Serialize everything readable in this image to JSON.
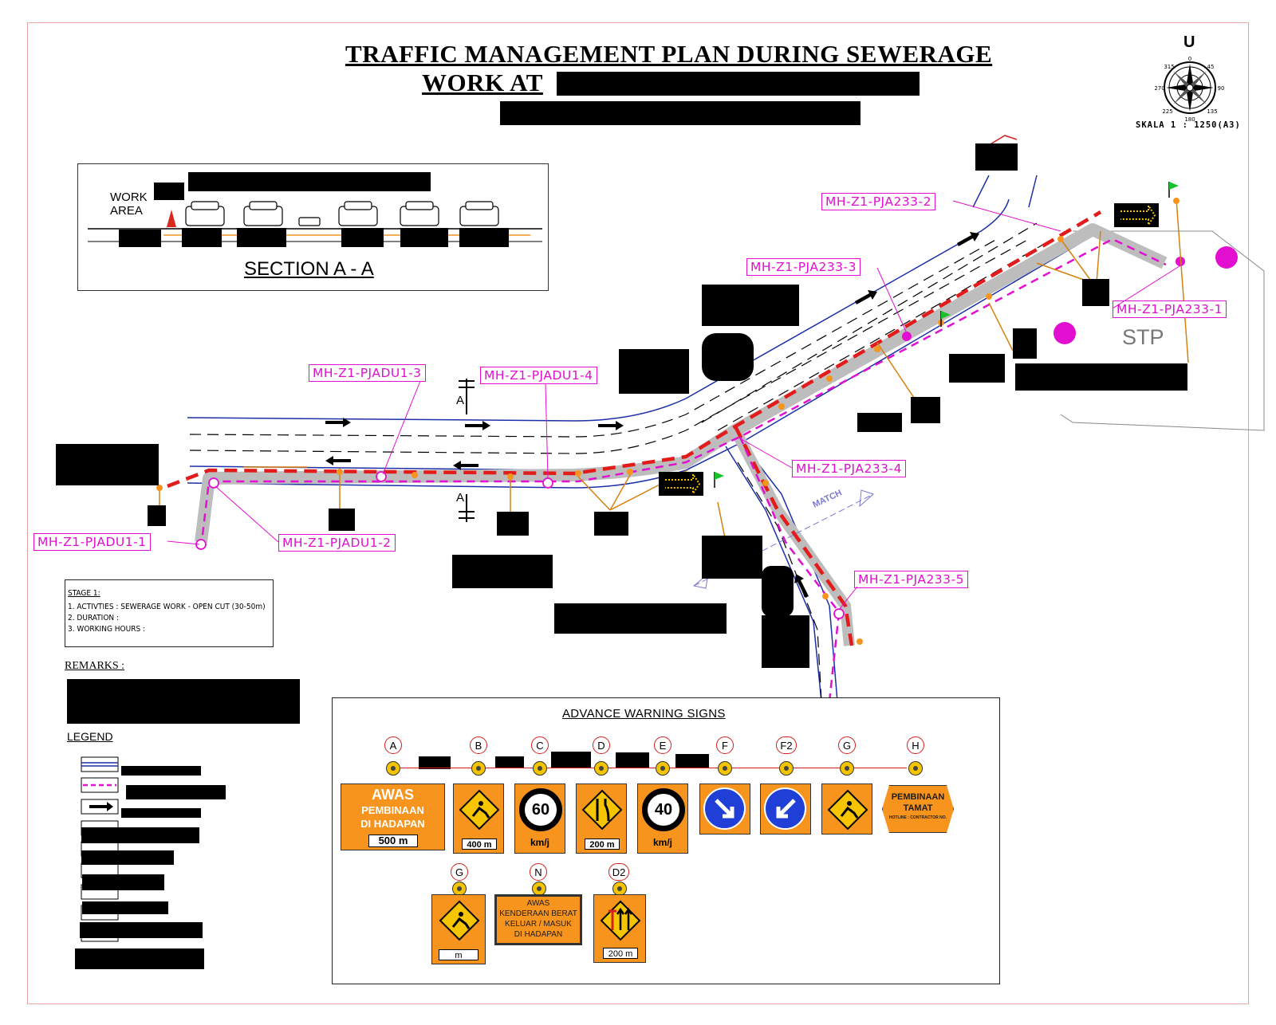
{
  "title": {
    "line1": "TRAFFIC MANAGEMENT PLAN DURING SEWERAGE",
    "line2": "WORK AT"
  },
  "compass": {
    "north_label": "U",
    "scale": "SKALA  1 : 1250(A3)",
    "bearings": [
      "0",
      "45",
      "90",
      "135",
      "180",
      "225",
      "270",
      "315"
    ]
  },
  "section": {
    "label": "SECTION A - A",
    "work_area_label": "WORK\nAREA"
  },
  "section_marker": "A",
  "manholes": [
    "MH-Z1-PJA233-2",
    "MH-Z1-PJA233-3",
    "MH-Z1-PJA233-1",
    "MH-Z1-PJADU1-3",
    "MH-Z1-PJADU1-4",
    "MH-Z1-PJA233-4",
    "MH-Z1-PJA233-5",
    "MH-Z1-PJADU1-1",
    "MH-Z1-PJADU1-2"
  ],
  "stp_label": "STP",
  "match_label": "MATCH",
  "stage": {
    "title": "STAGE 1:",
    "items": [
      "1.  ACTIVTIES : SEWERAGE WORK - OPEN CUT (30-50m)",
      "2.  DURATION :",
      "3.  WORKING HOURS :"
    ]
  },
  "remarks_title": "REMARKS :",
  "legend_title": "LEGEND",
  "aws": {
    "title": "ADVANCE WARNING SIGNS",
    "letters_row1": [
      "A",
      "B",
      "C",
      "D",
      "E",
      "F",
      "F2",
      "G",
      "H"
    ],
    "letters_row2": [
      "G",
      "N",
      "D2"
    ],
    "sign_a": {
      "l1": "AWAS",
      "l2": "PEMBINAAN",
      "l3": "DI HADAPAN",
      "plate": "500 m"
    },
    "sign_b_plate": "400 m",
    "sign_c": {
      "speed": "60",
      "unit": "km/j"
    },
    "sign_d_plate": "200 m",
    "sign_e": {
      "speed": "40",
      "unit": "km/j"
    },
    "sign_h": {
      "l1": "PEMBINAAN",
      "l2": "TAMAT",
      "l3": "HOTLINE : CONTRACTOR NO."
    },
    "sign_g2_plate": "m",
    "sign_n": {
      "l1": "AWAS",
      "l2": "KENDERAAN BERAT",
      "l3": "KELUAR / MASUK",
      "l4": "DI HADAPAN"
    },
    "sign_d2_plate": "200 m"
  },
  "colors": {
    "pipe_route": "#e20fd0",
    "road": "#1b2fa8",
    "traffic_cone": "#e21b1b",
    "sign_orange": "#f7941d",
    "corridor": "#bdbdbd"
  }
}
